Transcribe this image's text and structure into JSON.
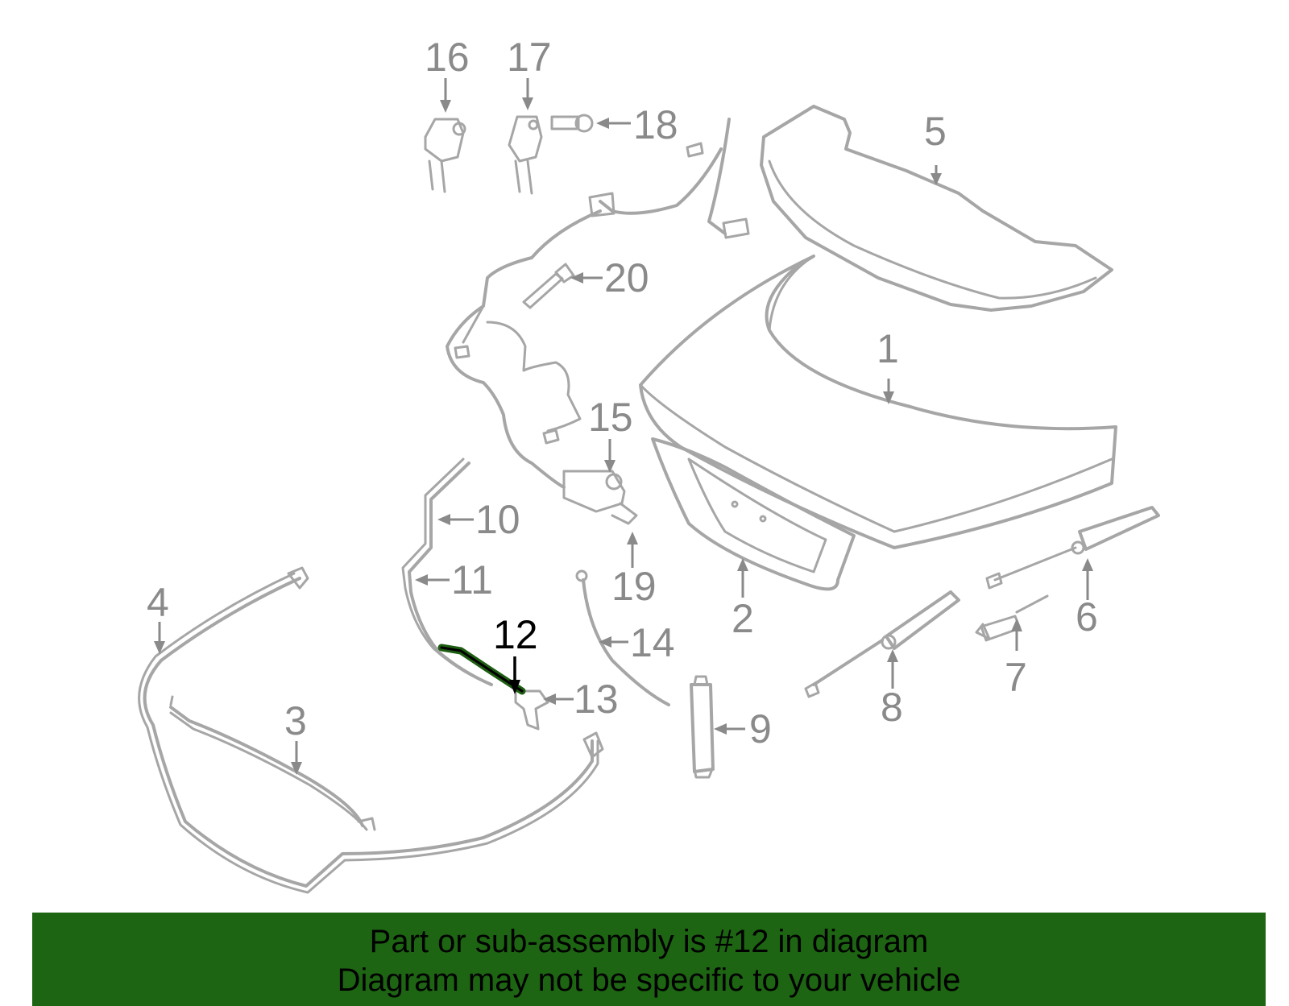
{
  "diagram": {
    "highlighted_part": "12",
    "highlight_color": "#1d6512",
    "callouts": {
      "c1": "1",
      "c2": "2",
      "c3": "3",
      "c4": "4",
      "c5": "5",
      "c6": "6",
      "c7": "7",
      "c8": "8",
      "c9": "9",
      "c10": "10",
      "c11": "11",
      "c12": "12",
      "c13": "13",
      "c14": "14",
      "c15": "15",
      "c16": "16",
      "c17": "17",
      "c18": "18",
      "c19": "19",
      "c20": "20"
    }
  },
  "banner": {
    "line1": "Part or sub-assembly is #12 in diagram",
    "line2": "Diagram may not be specific to your vehicle",
    "background": "#1d6512"
  }
}
